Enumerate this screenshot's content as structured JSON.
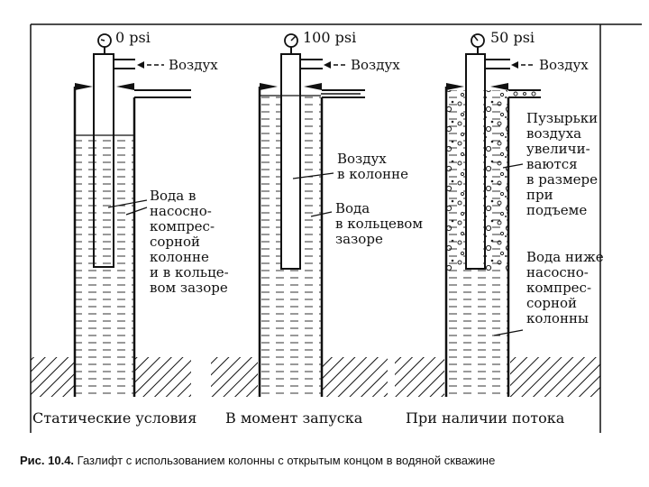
{
  "panels": [
    {
      "pressure": "0 psi",
      "air_label": "Воздух",
      "labels": [
        "Вода в",
        "насосно-",
        "компрес-",
        "сорной",
        "колонне",
        "и в кольце-",
        "вом зазоре"
      ],
      "condition": "Статические условия"
    },
    {
      "pressure": "100 psi",
      "air_label": "Воздух",
      "labels_top": [
        "Воздух",
        "в колонне"
      ],
      "labels_bottom": [
        "Вода",
        "в кольцевом",
        "зазоре"
      ],
      "condition": "В момент запуска"
    },
    {
      "pressure": "50 psi",
      "air_label": "Воздух",
      "labels_top": [
        "Пузырьки",
        "воздуха",
        "увеличи-",
        "ваются",
        "в размере",
        "при",
        "подъеме"
      ],
      "labels_bottom": [
        "Вода ниже",
        "насосно-",
        "компрес-",
        "сорной",
        "колонны"
      ],
      "condition": "При наличии потока"
    }
  ],
  "caption": {
    "number": "Рис. 10.4.",
    "text": "Газлифт с использованием колонны с открытым концом в водяной скважине"
  }
}
